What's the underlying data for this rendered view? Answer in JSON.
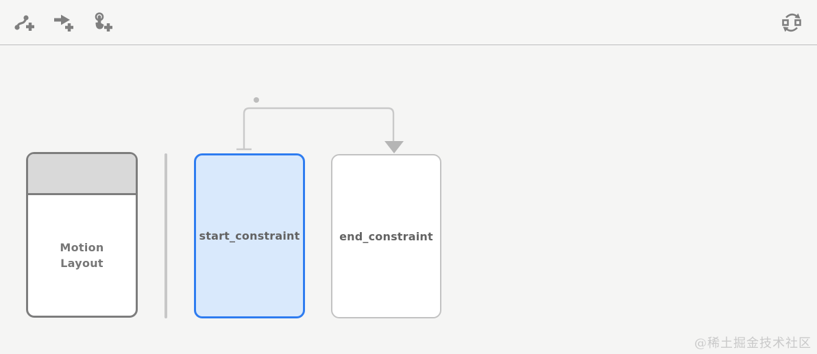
{
  "toolbar": {
    "buttons": [
      {
        "name": "create-constraint-set",
        "icon": "motion-path-plus-icon"
      },
      {
        "name": "create-transition",
        "icon": "arrow-plus-icon"
      },
      {
        "name": "create-click-or-swipe-handler",
        "icon": "touch-plus-icon"
      },
      {
        "name": "cycle-transition",
        "icon": "cycle-squares-icon"
      }
    ]
  },
  "canvas": {
    "motion_layout_card": {
      "label": "Motion\nLayout"
    },
    "constraint_cards": [
      {
        "label": "start_constraint",
        "state": "selected"
      },
      {
        "label": "end_constraint",
        "state": "default"
      }
    ],
    "transition": {
      "from": "start_constraint",
      "to": "end_constraint"
    }
  },
  "watermark": {
    "text": "@稀土掘金技术社区"
  },
  "colors": {
    "background": "#f5f5f4",
    "toolbar_icon": "#7f7f7f",
    "card_border_dark": "#7d7d7d",
    "card_header_fill": "#d9d9d9",
    "selected_border": "#2e7cf0",
    "selected_fill": "#d9e9fc",
    "default_border": "#c2c2c2",
    "arrow_line": "#c9c9c9",
    "arrow_head": "#b5b5b5",
    "label_text": "#6f6f6f"
  }
}
